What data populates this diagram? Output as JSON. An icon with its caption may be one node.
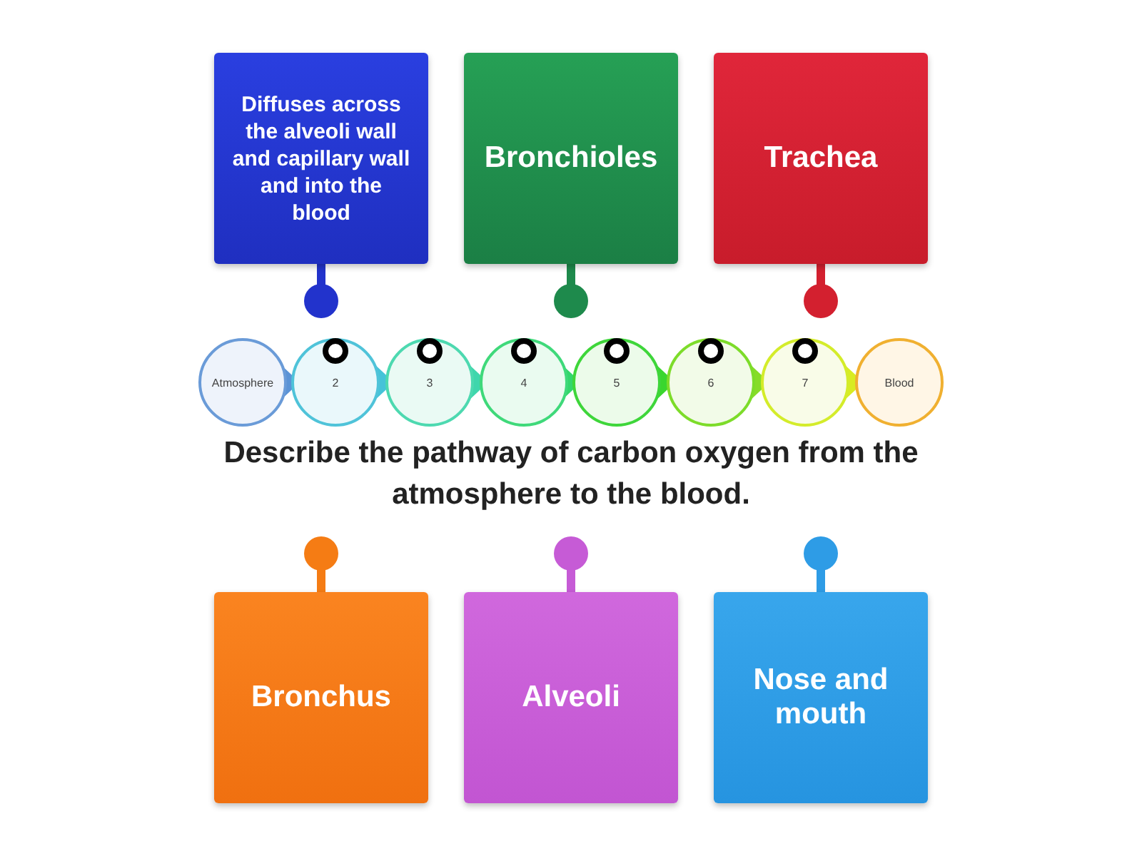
{
  "diagram": {
    "title": "Describe the pathway of carbon oxygen from the atmosphere to the blood.",
    "nodes": [
      {
        "text": [
          "Diffuses across the alveoli wall and capillary wall and into the blood"
        ]
      },
      {
        "text": [
          "Bronchioles"
        ]
      },
      {
        "text": [
          "Trachea"
        ]
      },
      {
        "text": [
          "Atmosphere"
        ]
      },
      {
        "text": [
          "2"
        ]
      },
      {
        "text": [
          "3"
        ]
      },
      {
        "text": [
          "4"
        ]
      },
      {
        "text": [
          "5"
        ]
      },
      {
        "text": [
          "6"
        ]
      },
      {
        "text": [
          "7"
        ]
      },
      {
        "text": [
          "Blood"
        ]
      },
      {
        "text": [
          "Bronchus"
        ]
      },
      {
        "text": [
          "Alveoli"
        ]
      },
      {
        "text": [
          "Nose and mouth"
        ]
      }
    ],
    "edges": [
      {
        "from": 0,
        "to": null,
        "arrow": "other",
        "style": "thick",
        "color": "#2233cc"
      },
      {
        "from": 1,
        "to": null,
        "arrow": "other",
        "style": "thick",
        "color": "#1e8a4c"
      },
      {
        "from": 2,
        "to": null,
        "arrow": "other",
        "style": "thick",
        "color": "#d3202f"
      },
      {
        "from": 3,
        "to": 4,
        "arrow": "to",
        "color": "#5b93d6"
      },
      {
        "from": 4,
        "to": 5,
        "arrow": "to",
        "color": "#46c3d8"
      },
      {
        "from": 5,
        "to": 6,
        "arrow": "to",
        "color": "#3fd6ac"
      },
      {
        "from": 6,
        "to": 7,
        "arrow": "to",
        "color": "#33d66c"
      },
      {
        "from": 7,
        "to": 8,
        "arrow": "to",
        "color": "#3ad62e"
      },
      {
        "from": 8,
        "to": 9,
        "arrow": "to",
        "color": "#86dc28"
      },
      {
        "from": 9,
        "to": 10,
        "arrow": "to",
        "color": "#d8ec22"
      },
      {
        "from": 11,
        "to": null,
        "arrow": "other",
        "style": "thick",
        "color": "#f57c14"
      },
      {
        "from": 12,
        "to": null,
        "arrow": "other",
        "style": "thick",
        "color": "#c65bd6"
      },
      {
        "from": 13,
        "to": null,
        "arrow": "other",
        "style": "thick",
        "color": "#2e9ce6"
      }
    ]
  }
}
